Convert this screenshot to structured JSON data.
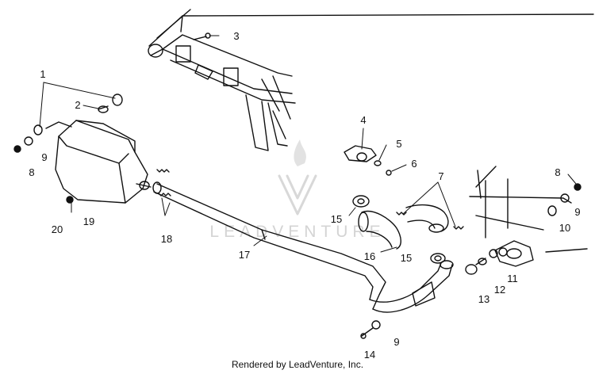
{
  "diagram": {
    "callouts": {
      "c1": "1",
      "c2": "2",
      "c3": "3",
      "c4": "4",
      "c5": "5",
      "c6": "6",
      "c7": "7",
      "c8a": "8",
      "c8b": "8",
      "c9a": "9",
      "c9b": "9",
      "c9c": "9",
      "c10": "10",
      "c11": "11",
      "c12": "12",
      "c13": "13",
      "c14": "14",
      "c15a": "15",
      "c15b": "15",
      "c16": "16",
      "c17": "17",
      "c18": "18",
      "c19": "19",
      "c20": "20"
    },
    "watermark": "LEADVENTURE"
  },
  "footer": {
    "text": "Rendered by LeadVenture, Inc."
  }
}
